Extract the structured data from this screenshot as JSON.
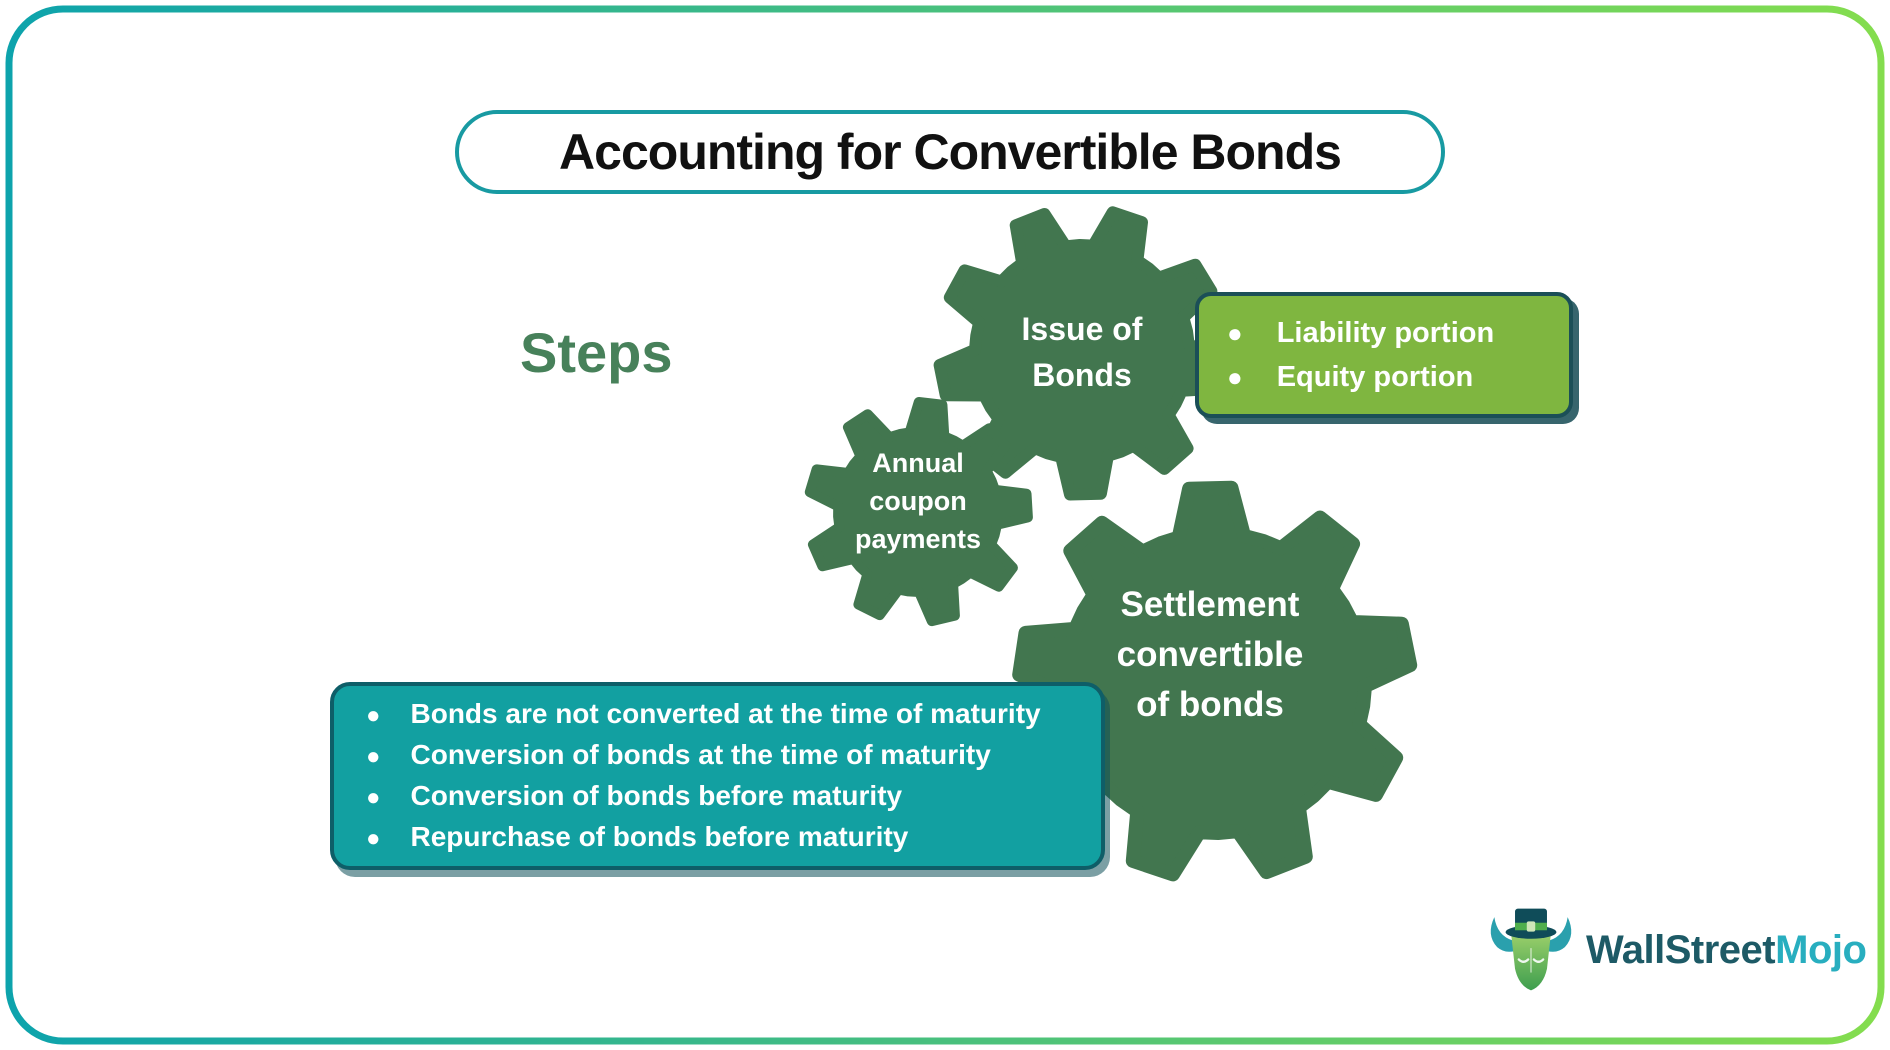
{
  "title": "Accounting for Convertible Bonds",
  "steps_label": "Steps",
  "gears": {
    "issue": {
      "lines": [
        "Issue of",
        "Bonds"
      ]
    },
    "coupon": {
      "lines": [
        "Annual",
        "coupon",
        "payments"
      ]
    },
    "settlement": {
      "lines": [
        "Settlement",
        "convertible",
        "of bonds"
      ]
    }
  },
  "callouts": {
    "issue_breakdown": {
      "items": [
        "Liability portion",
        "Equity portion"
      ]
    },
    "settlement_scenarios": {
      "items": [
        "Bonds are not converted at the time of maturity",
        "Conversion of bonds at the time of maturity",
        "Conversion of bonds before maturity",
        "Repurchase of bonds before maturity"
      ]
    }
  },
  "logo": {
    "text_primary": "WallStreet",
    "text_secondary": "Mojo"
  },
  "colors": {
    "gear_green": "#42764f",
    "steps_green": "#47815a",
    "title_border_teal": "#189aa2",
    "callout_green_fill": "#7fb640",
    "callout_green_border": "#1b4f57",
    "callout_teal_fill": "#12a0a1",
    "callout_teal_border": "#0e5e68",
    "frame_gradient_start": "#0da3ac",
    "frame_gradient_end": "#84dd4e",
    "logo_dark_teal": "#1d5a66",
    "logo_cyan": "#28aebf",
    "bullet_white": "#ffffff"
  }
}
